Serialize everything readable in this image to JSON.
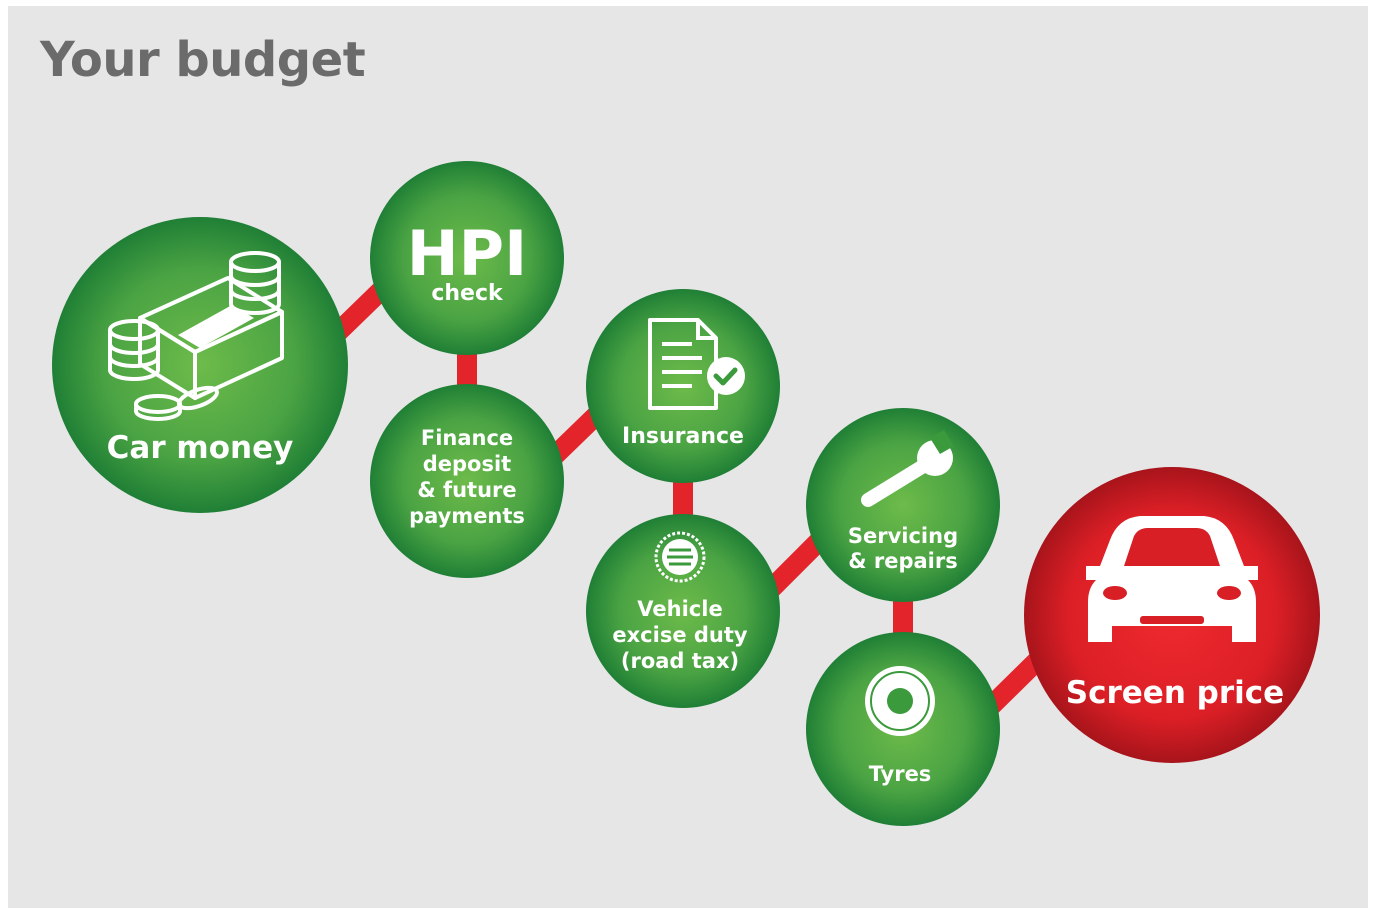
{
  "title": "Your budget",
  "colors": {
    "background": "#e6e6e6",
    "title": "#6b6b6b",
    "node_green": "#3a9a3c",
    "node_red": "#d81f26",
    "connector": "#e3242b"
  },
  "nodes": {
    "car_money": {
      "label": "Car money",
      "icon": "money-stack-coins-icon"
    },
    "hpi": {
      "big": "HPI",
      "small": "check"
    },
    "finance": {
      "lines": [
        "Finance",
        "deposit",
        "& future",
        "payments"
      ]
    },
    "insurance": {
      "label": "Insurance",
      "icon": "document-check-icon"
    },
    "ved": {
      "lines": [
        "Vehicle",
        "excise duty",
        "(road tax)"
      ],
      "icon": "tax-disc-icon"
    },
    "servicing": {
      "lines": [
        "Servicing",
        "& repairs"
      ],
      "icon": "wrench-icon"
    },
    "tyres": {
      "label": "Tyres",
      "icon": "tyre-icon"
    },
    "screen_price": {
      "label": "Screen price",
      "icon": "car-icon"
    }
  }
}
